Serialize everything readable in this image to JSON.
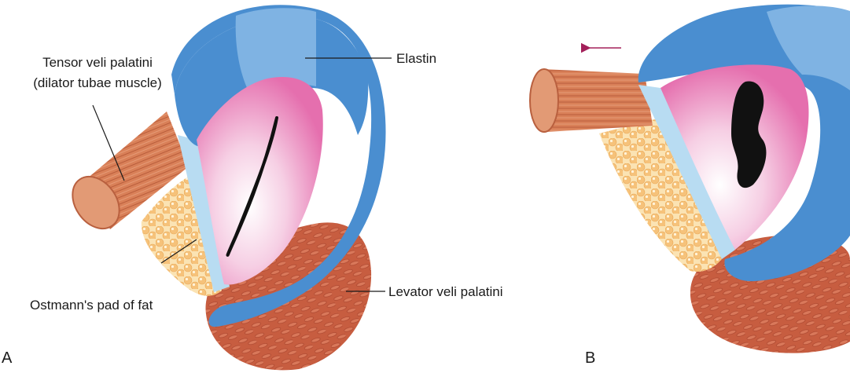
{
  "panels": {
    "a": {
      "label": "A"
    },
    "b": {
      "label": "B"
    }
  },
  "labels": {
    "tensor_line1": "Tensor veli palatini",
    "tensor_line2": "(dilator tubae muscle)",
    "elastin": "Elastin",
    "ostmann": "Ostmann's pad of fat",
    "levator": "Levator veli palatini"
  },
  "colors": {
    "cartilage": "#4a8ed0",
    "cartilage_light": "#7fb3e3",
    "membrane_edge": "#b8dcf2",
    "lumen_pink": "#e879b3",
    "lumen_center": "#ffffff",
    "slit": "#111111",
    "muscle": "#d9805a",
    "fat": "#f6c67a",
    "levator": "#c45a3e",
    "arrow": "#a3205a"
  }
}
